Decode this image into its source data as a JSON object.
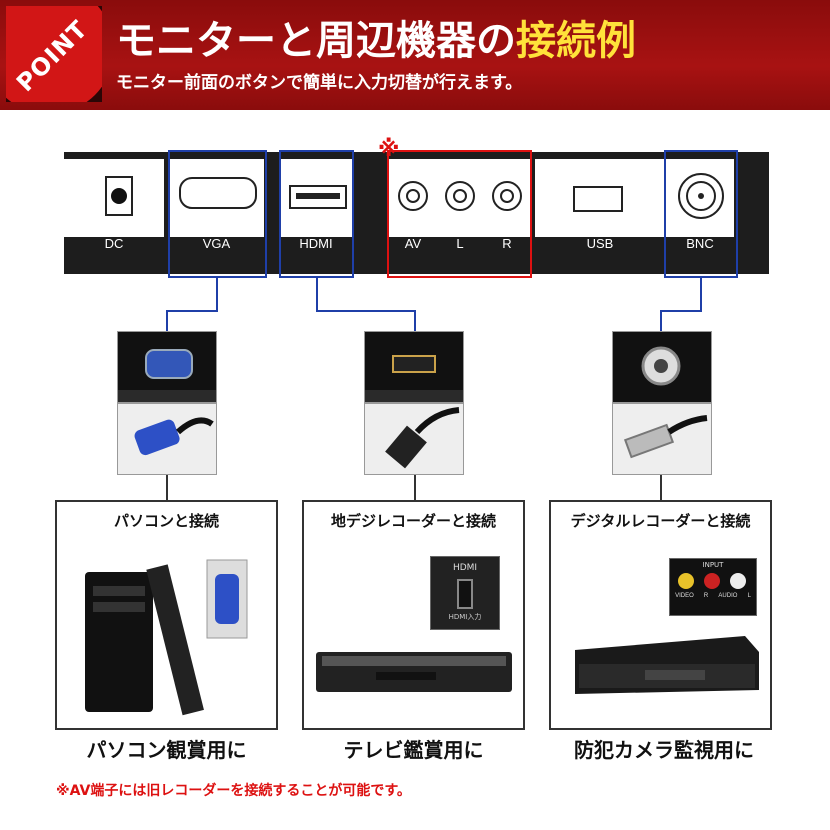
{
  "header": {
    "badge_label": "POINT",
    "title_main": "モニターと周辺機器の",
    "title_highlight": "接続例",
    "subtitle": "モニター前面のボタンで簡単に入力切替が行えます。"
  },
  "ports": [
    {
      "name": "DC"
    },
    {
      "name": "VGA"
    },
    {
      "name": "HDMI"
    },
    {
      "name": "AV"
    },
    {
      "name": "L"
    },
    {
      "name": "R"
    },
    {
      "name": "USB"
    },
    {
      "name": "BNC"
    }
  ],
  "note_mark": "※",
  "devices": [
    {
      "title": "パソコンと接続",
      "caption": "パソコン観賞用に"
    },
    {
      "title": "地デジレコーダーと接続",
      "caption": "テレビ鑑賞用に",
      "photo_label": "HDMI",
      "photo_sublabel": "HDMI入力"
    },
    {
      "title": "デジタルレコーダーと接続",
      "caption": "防犯カメラ監視用に",
      "photo_label": "INPUT",
      "jack_labels": [
        "VIDEO",
        "R",
        "AUDIO",
        "L"
      ]
    }
  ],
  "footnote": "※AV端子には旧レコーダーを接続することが可能です。",
  "colors": {
    "header": "#a81212",
    "highlight": "#ffe23a",
    "frame_blue": "#1f3fa8",
    "frame_red": "#dd1111"
  }
}
